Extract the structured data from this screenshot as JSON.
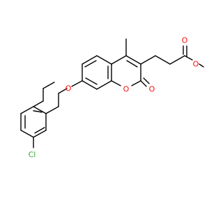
{
  "molecule": {
    "atoms": {
      "cl": {
        "symbol": "Cl",
        "color": "#33aa33"
      },
      "o_ether": {
        "symbol": "O",
        "color": "#ff0d0d"
      },
      "o_ring": {
        "symbol": "O",
        "color": "#ff0d0d"
      },
      "o_lactone_carbonyl": {
        "symbol": "O",
        "color": "#ff0d0d"
      },
      "o_ester_carbonyl": {
        "symbol": "O",
        "color": "#ff0d0d"
      },
      "o_ester": {
        "symbol": "O",
        "color": "#ff0d0d"
      }
    },
    "bond_color": "#000000",
    "background": "#ffffff"
  }
}
